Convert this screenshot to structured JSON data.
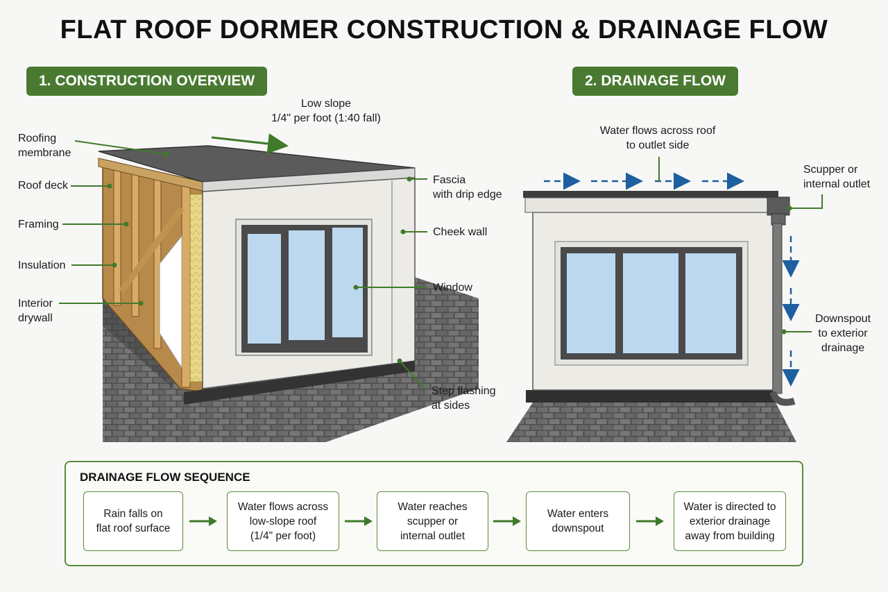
{
  "title": "FLAT ROOF DORMER CONSTRUCTION & DRAINAGE FLOW",
  "sections": {
    "construction": "1. CONSTRUCTION OVERVIEW",
    "drainage": "2. DRAINAGE FLOW"
  },
  "construction_labels": {
    "slope_line1": "Low slope",
    "slope_line2": "1/4\" per foot (1:40 fall)",
    "roofing_membrane_1": "Roofing",
    "roofing_membrane_2": "membrane",
    "roof_deck": "Roof deck",
    "framing": "Framing",
    "insulation": "Insulation",
    "drywall_1": "Interior",
    "drywall_2": "drywall",
    "fascia_1": "Fascia",
    "fascia_2": "with drip edge",
    "cheek_wall": "Cheek wall",
    "window": "Window",
    "step_flashing_1": "Step flashing",
    "step_flashing_2": "at sides"
  },
  "drainage_labels": {
    "flow_1": "Water flows across roof",
    "flow_2": "to outlet side",
    "scupper_1": "Scupper or",
    "scupper_2": "internal outlet",
    "downspout_1": "Downspout",
    "downspout_2": "to exterior",
    "downspout_3": "drainage"
  },
  "sequence": {
    "title": "DRAINAGE FLOW SEQUENCE",
    "steps": [
      {
        "l1": "Rain falls on",
        "l2": "flat roof surface",
        "l3": ""
      },
      {
        "l1": "Water flows across",
        "l2": "low-slope roof",
        "l3": "(1/4\" per foot)"
      },
      {
        "l1": "Water reaches",
        "l2": "scupper or",
        "l3": "internal outlet"
      },
      {
        "l1": "Water enters",
        "l2": "downspout",
        "l3": ""
      },
      {
        "l1": "Water is directed to",
        "l2": "exterior drainage",
        "l3": "away from building"
      }
    ]
  },
  "colors": {
    "accent_green": "#4a7a32",
    "leader_green": "#3f7a2a",
    "water_blue": "#1d5fa0"
  }
}
